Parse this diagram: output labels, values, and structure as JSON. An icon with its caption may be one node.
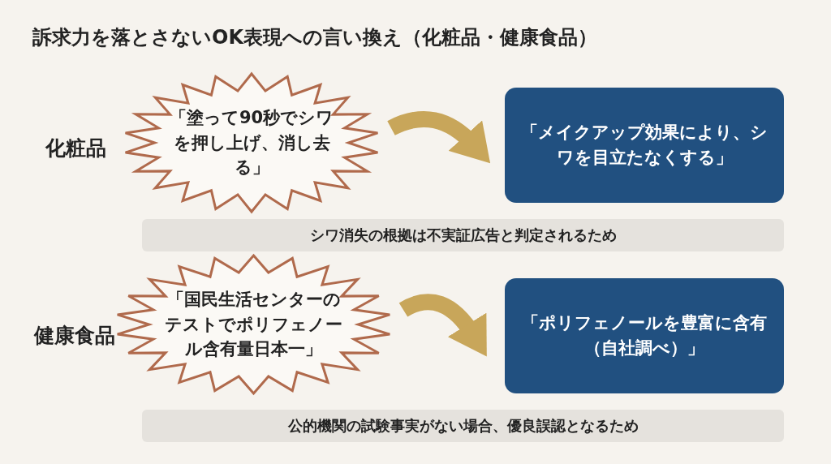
{
  "diagram": {
    "title": "訴求力を落とさないOK表現への言い換え（化粧品・健康食品）",
    "nodes": [
      {
        "text": [
          "「塗って90秒でシワを押し上げ、消し去る」"
        ]
      },
      {
        "text": [
          "「メイクアップ効果により、シワを目立たなくする」"
        ]
      },
      {
        "text": [
          "シワ消失の根拠は不実証広告と判定されるため"
        ]
      },
      {
        "text": [
          "「国民生活センターのテストでポリフェノール含有量日本一」"
        ]
      },
      {
        "text": [
          "「ポリフェノールを豊富に含有（自社調べ）」"
        ]
      },
      {
        "text": [
          "公的機関の試験事実がない場合、優良誤認となるため"
        ]
      }
    ],
    "edges": [
      {
        "from": 0,
        "to": 1,
        "arrow": "to"
      },
      {
        "from": 3,
        "to": 4,
        "arrow": "to"
      }
    ],
    "labels": [
      "化粧品",
      "健康食品"
    ]
  }
}
